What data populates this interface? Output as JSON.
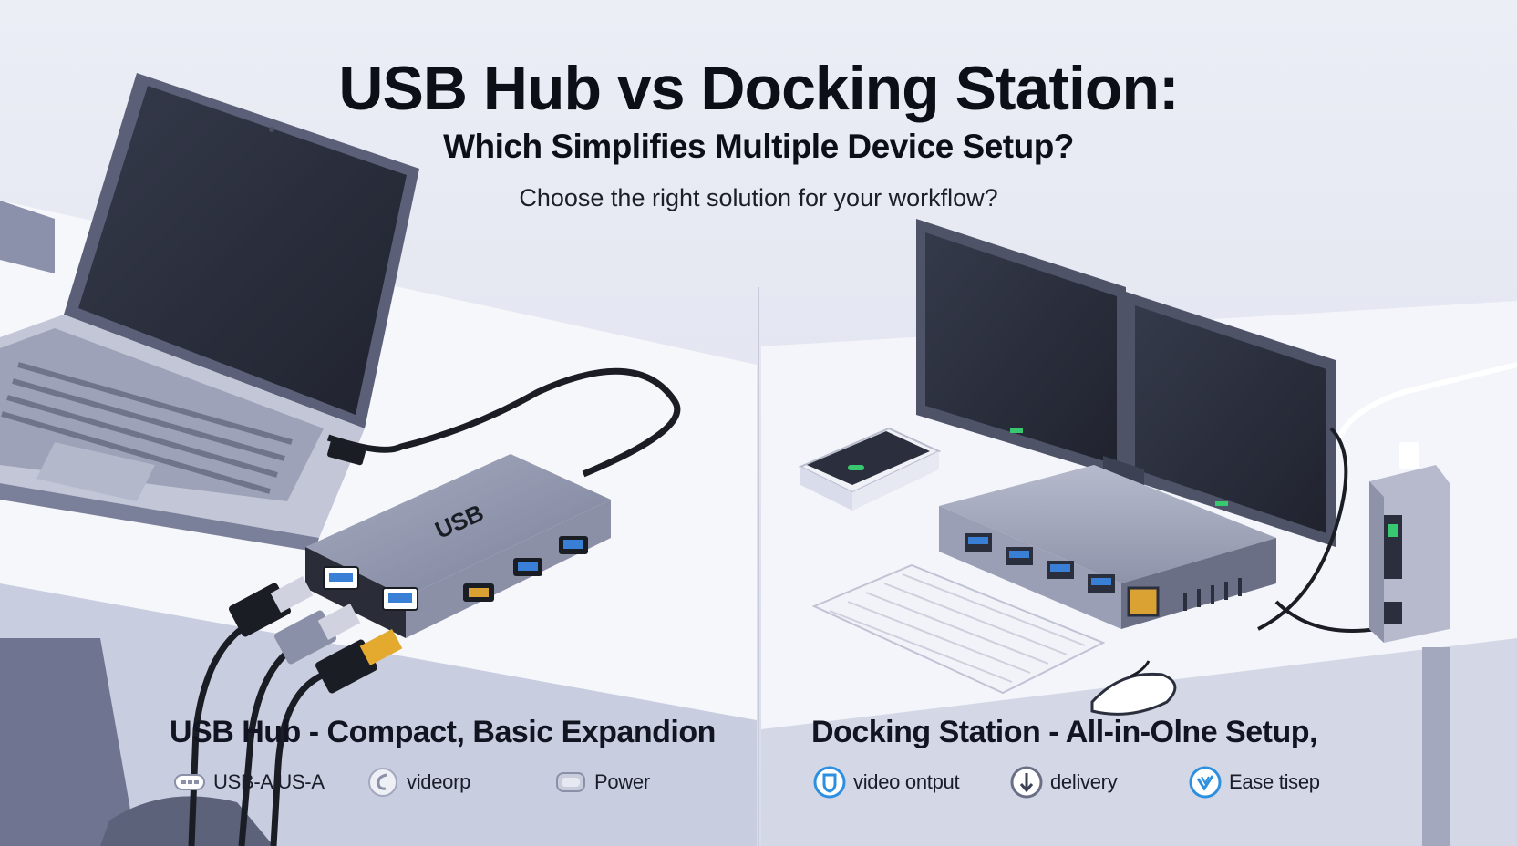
{
  "header": {
    "title": "USB Hub vs Docking Station:",
    "subtitle": "Which Simplifies Multiple Device Setup?",
    "tagline": "Choose the right solution for your workflow?"
  },
  "left_panel": {
    "hub_label": "USB",
    "caption": "USB Hub - Compact, Basic Expandion",
    "features": [
      {
        "icon": "usb-port-icon",
        "label": "USB-A US-A"
      },
      {
        "icon": "video-icon",
        "label": "videorp"
      },
      {
        "icon": "power-icon",
        "label": "Power"
      }
    ]
  },
  "right_panel": {
    "caption": "Docking Station - All-in-Olne Setup,",
    "features": [
      {
        "icon": "shield-icon",
        "label": "video ontput"
      },
      {
        "icon": "download-arrow-icon",
        "label": "delivery"
      },
      {
        "icon": "checkmark-badge-icon",
        "label": "Ease tisep"
      }
    ]
  },
  "colors": {
    "background": "#e6e8f2",
    "desk": "#f7f8fc",
    "device_grey": "#8a90a8",
    "screen_dark": "#2b2f3d",
    "usb_blue": "#3a7fd6",
    "hdmi_gold": "#d9a233",
    "status_green": "#38c970",
    "icon_blue": "#2d8fe0"
  }
}
